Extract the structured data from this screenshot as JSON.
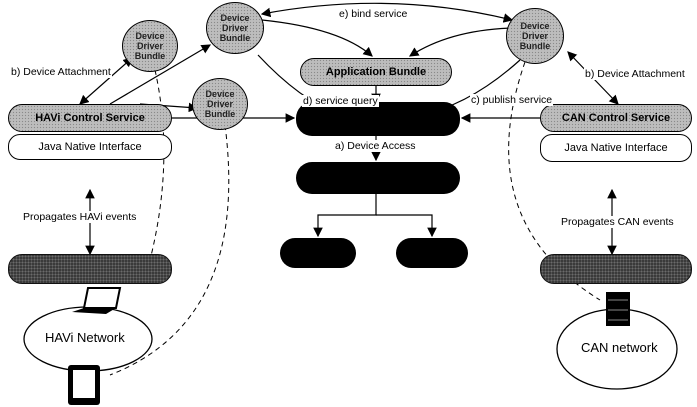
{
  "bundles": {
    "device_driver_bundle": "Device Driver Bundle",
    "application_bundle": "Application Bundle"
  },
  "services": {
    "havi_control": "HAVi Control Service",
    "can_control": "CAN Control Service",
    "java_native_interface": "Java Native Interface"
  },
  "networks": {
    "havi": "HAVi Network",
    "can": "CAN network"
  },
  "edge_labels": {
    "device_attachment": "b) Device Attachment",
    "bind_service": "e) bind service",
    "service_query": "d) service query",
    "publish_service": "c) publish service",
    "device_access": "a) Device Access",
    "propagates_havi": "Propagates HAVi events",
    "propagates_can": "Propagates CAN events"
  }
}
